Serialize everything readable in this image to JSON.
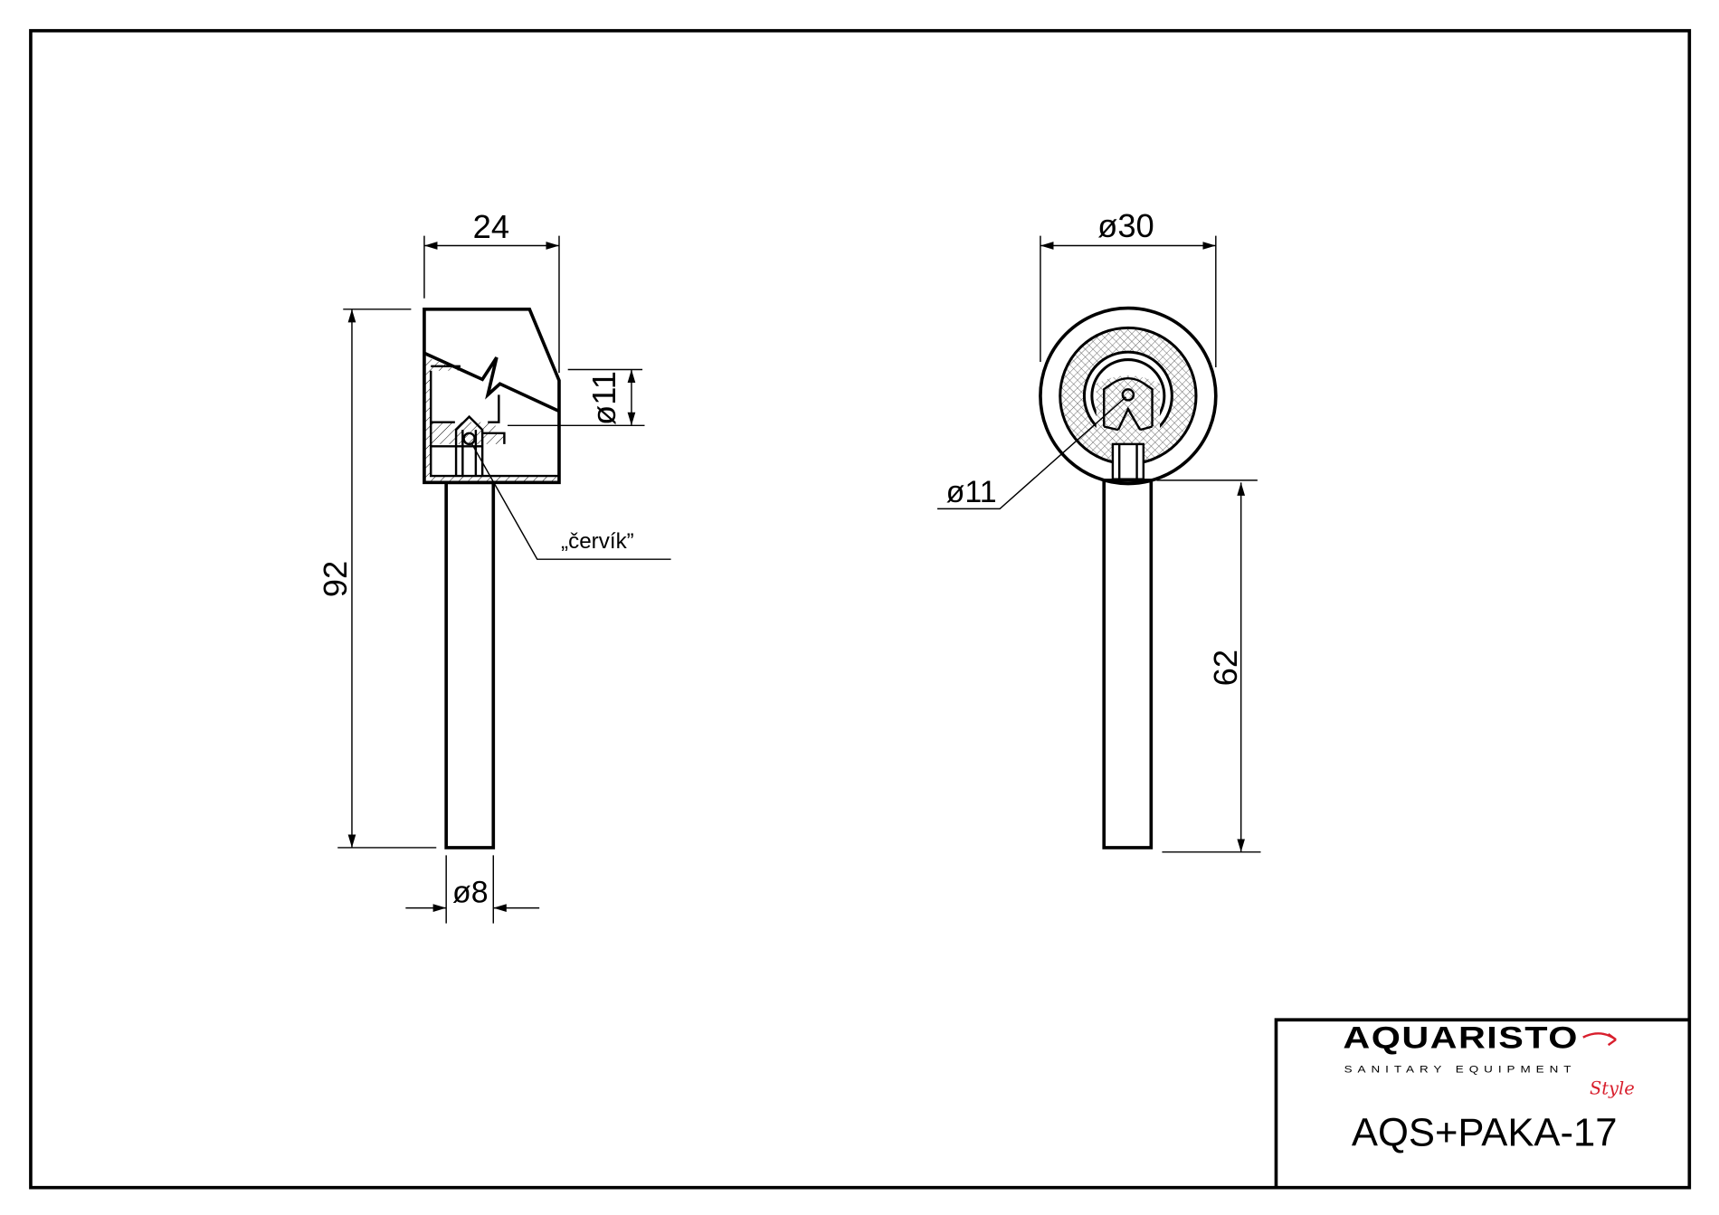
{
  "drawing": {
    "side_view": {
      "width_dim": "24",
      "height_dim": "92",
      "bore_dim": "ø11",
      "shaft_dim": "ø8",
      "label_set_screw": "„červík”"
    },
    "front_view": {
      "diameter_dim": "ø30",
      "bore_dim": "ø11",
      "shaft_length_dim": "62"
    }
  },
  "title_block": {
    "logo_brand": "AQUARISTO",
    "logo_sub": "SANITARY EQUIPMENT",
    "logo_style": "Style",
    "part_number": "AQS+PAKA-17"
  },
  "colors": {
    "line": "#000000",
    "brand_red": "#d81e2c",
    "background": "#ffffff"
  }
}
